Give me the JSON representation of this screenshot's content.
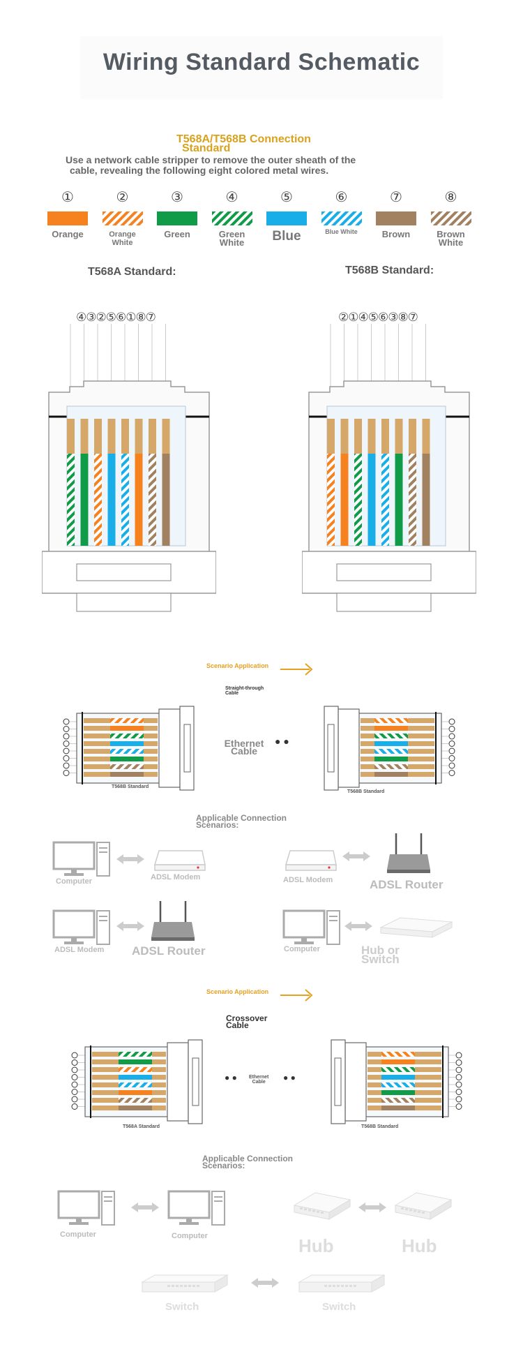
{
  "title": "Wiring Standard Schematic",
  "subtitle_line1": "T568A/T568B Connection",
  "subtitle_line2": "Standard",
  "intro_line1": "Use a network cable stripper to remove the outer sheath of the",
  "intro_line2": "cable, revealing the following eight colored metal wires.",
  "colors": {
    "orange": "#f5821f",
    "green": "#0f9b48",
    "blue": "#1aaee8",
    "brown": "#a1815f",
    "gold": "#d5a86a",
    "accent": "#d9a21d"
  },
  "wires": [
    {
      "num": "①",
      "label": "Orange",
      "color": "#f5821f",
      "striped": false
    },
    {
      "num": "②",
      "label": "Orange\nWhite",
      "color": "#f5821f",
      "striped": true
    },
    {
      "num": "③",
      "label": "Green",
      "color": "#0f9b48",
      "striped": false
    },
    {
      "num": "④",
      "label": "Green\nWhite",
      "color": "#0f9b48",
      "striped": true
    },
    {
      "num": "⑤",
      "label": "Blue",
      "color": "#1aaee8",
      "striped": false
    },
    {
      "num": "⑥",
      "label": "Blue White",
      "color": "#1aaee8",
      "striped": true
    },
    {
      "num": "⑦",
      "label": "Brown",
      "color": "#a1815f",
      "striped": false
    },
    {
      "num": "⑧",
      "label": "Brown\nWhite",
      "color": "#a1815f",
      "striped": true
    }
  ],
  "standard_a": {
    "heading": "T568A Standard:",
    "pins": "④③②⑤⑥①⑧⑦",
    "order": [
      4,
      3,
      2,
      5,
      6,
      1,
      8,
      7
    ]
  },
  "standard_b": {
    "heading": "T568B Standard:",
    "pins": "②①④⑤⑥③⑧⑦",
    "order": [
      2,
      1,
      4,
      5,
      6,
      3,
      8,
      7
    ]
  },
  "scenario1": {
    "label": "Scenario Application",
    "cable_type": "Straight-through\nCable",
    "ethernet": "Ethernet\nCable",
    "left_std": "T568B Standard",
    "right_std": "T568B Standard",
    "applicable": "Applicable Connection\nScenarios:",
    "devices": {
      "computer_1": "Computer",
      "adsl_modem_1": "ADSL Modem",
      "adsl_modem_2": "ADSL Modem",
      "adsl_router_1": "ADSL Router",
      "adsl_modem_3": "ADSL Modem",
      "adsl_router_2": "ADSL Router",
      "computer_2": "Computer",
      "hub_switch": "Hub or\nSwitch"
    }
  },
  "scenario2": {
    "label": "Scenario Application",
    "cable_type": "Crossover\nCable",
    "ethernet": "Ethernet\nCable",
    "left_std": "T568A Standard",
    "right_std": "T568B Standard",
    "applicable": "Applicable Connection\nScenarios:",
    "devices": {
      "computer_1": "Computer",
      "computer_2": "Computer",
      "hub_1": "Hub",
      "hub_2": "Hub",
      "switch_1": "Switch",
      "switch_2": "Switch"
    }
  }
}
